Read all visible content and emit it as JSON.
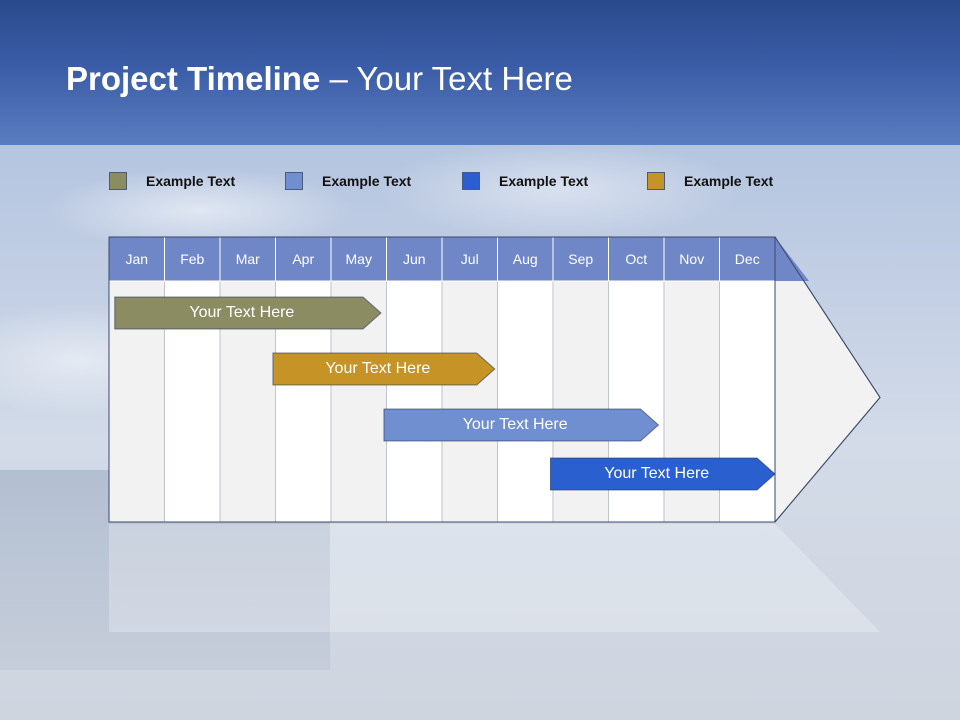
{
  "title": {
    "bold": "Project Timeline",
    "rest": " – Your Text Here"
  },
  "legend": [
    {
      "label": "Example Text",
      "color": "#8c8c63"
    },
    {
      "label": "Example Text",
      "color": "#6f8fd0"
    },
    {
      "label": "Example Text",
      "color": "#2a5fcf"
    },
    {
      "label": "Example Text",
      "color": "#c69326"
    }
  ],
  "months": [
    "Jan",
    "Feb",
    "Mar",
    "Apr",
    "May",
    "Jun",
    "Jul",
    "Aug",
    "Sep",
    "Oct",
    "Nov",
    "Dec"
  ],
  "colors": {
    "header_strip": "#6f87c7",
    "column_alt": "#f2f2f2",
    "column_base": "#ffffff",
    "arrow_fill": "#f2f2f2"
  },
  "tasks": [
    {
      "label": "Your  Text Here",
      "start_month": 1.05,
      "end_month": 4.9,
      "color": "#8c8c63"
    },
    {
      "label": "Your  Text Here",
      "start_month": 3.9,
      "end_month": 6.95,
      "color": "#c69326"
    },
    {
      "label": "Your  Text Here",
      "start_month": 5.9,
      "end_month": 9.9,
      "color": "#6f8fd0"
    },
    {
      "label": "Your  Text Here",
      "start_month": 8.9,
      "end_month": 12.0,
      "color": "#2a5fcf"
    }
  ]
}
